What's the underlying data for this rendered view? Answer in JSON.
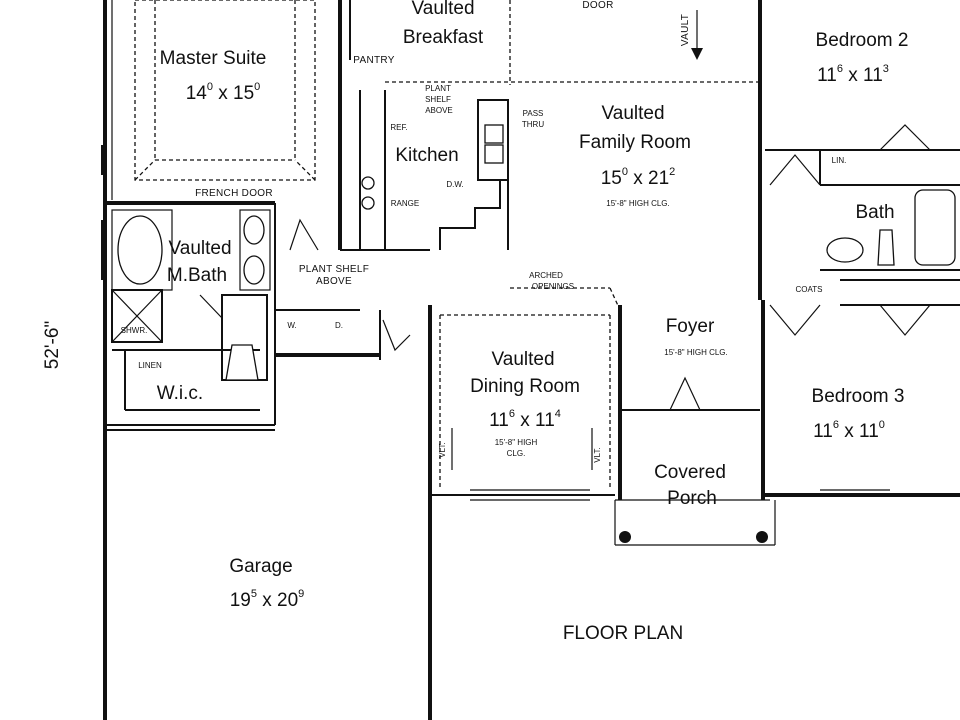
{
  "plan_title": "FLOOR PLAN",
  "overall_dimension": "52'-6\"",
  "rooms": {
    "master_suite": {
      "name": "Master Suite",
      "w": "14",
      "w_sup": "0",
      "h": "15",
      "h_sup": "0"
    },
    "breakfast": {
      "line1": "Vaulted",
      "line2": "Breakfast"
    },
    "bedroom2": {
      "name": "Bedroom 2",
      "w": "11",
      "w_sup": "6",
      "h": "11",
      "h_sup": "3"
    },
    "family_room": {
      "line1": "Vaulted",
      "line2": "Family Room",
      "w": "15",
      "w_sup": "0",
      "h": "21",
      "h_sup": "2",
      "ceiling": "15'-8\" HIGH CLG."
    },
    "kitchen": {
      "name": "Kitchen"
    },
    "bath": {
      "name": "Bath"
    },
    "master_bath": {
      "line1": "Vaulted",
      "line2": "M.Bath"
    },
    "foyer": {
      "name": "Foyer",
      "ceiling": "15'-8\" HIGH CLG."
    },
    "dining_room": {
      "line1": "Vaulted",
      "line2": "Dining Room",
      "w": "11",
      "w_sup": "6",
      "h": "11",
      "h_sup": "4",
      "ceiling1": "15'-8\" HIGH",
      "ceiling2": "CLG."
    },
    "bedroom3": {
      "name": "Bedroom 3",
      "w": "11",
      "w_sup": "6",
      "h": "11",
      "h_sup": "0"
    },
    "wic": {
      "name": "W.i.c."
    },
    "covered_porch": {
      "line1": "Covered",
      "line2": "Porch"
    },
    "garage": {
      "name": "Garage",
      "w": "19",
      "w_sup": "5",
      "h": "20",
      "h_sup": "9"
    }
  },
  "notes": {
    "door_top": "DOOR",
    "vault": "VAULT",
    "pantry": "PANTRY",
    "plant_shelf_1": "PLANT",
    "plant_shelf_2": "SHELF",
    "plant_shelf_3": "ABOVE",
    "ref": "REF.",
    "pass_thru_1": "PASS",
    "pass_thru_2": "THRU",
    "range": "RANGE",
    "dw": "D.W.",
    "french_door": "FRENCH DOOR",
    "plant_shelf_lower_1": "PLANT SHELF",
    "plant_shelf_lower_2": "ABOVE",
    "arched_1": "ARCHED",
    "arched_2": "OPENINGS",
    "lin": "LIN.",
    "coats": "COATS",
    "shwr": "SHWR.",
    "linen": "LINEN",
    "washer": "W.",
    "dryer": "D.",
    "vlt_left": "VLT.",
    "vlt_right": "VLT."
  }
}
